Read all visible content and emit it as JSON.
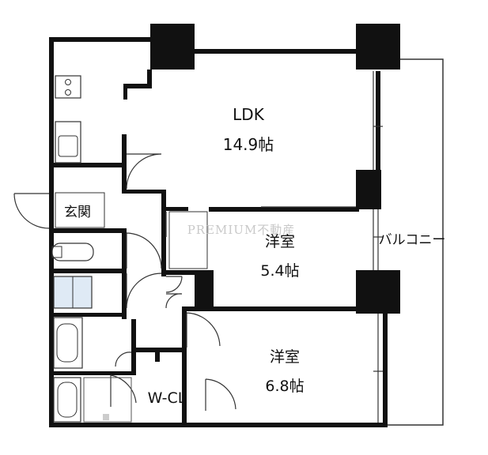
{
  "floor_plan": {
    "rooms": {
      "ldk": {
        "name": "LDK",
        "size": "14.9帖"
      },
      "western_room_1": {
        "name": "洋室",
        "size": "5.4帖"
      },
      "western_room_2": {
        "name": "洋室",
        "size": "6.8帖"
      },
      "entrance": {
        "name": "玄関"
      },
      "walk_in_closet": {
        "name": "W-CL"
      },
      "balcony": {
        "name": "バルコニー"
      }
    },
    "watermark": "PREMIUM不動産"
  }
}
